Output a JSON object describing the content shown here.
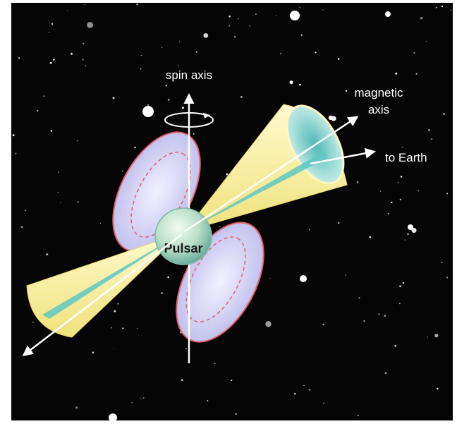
{
  "labels": {
    "spin_axis": "spin axis",
    "magnetic_axis_line1": "magnetic",
    "magnetic_axis_line2": "axis",
    "to_earth": "to Earth",
    "pulsar": "Pulsar"
  },
  "colors": {
    "sky": "#050505",
    "beam": "#f6ef9a",
    "beam_core": "#5fc7c2",
    "lobes": "#c9c8ee",
    "field_lines": "#e0606a",
    "star": "#b8dfc8",
    "arrows": "#ffffff",
    "frame": "#ffffff"
  }
}
